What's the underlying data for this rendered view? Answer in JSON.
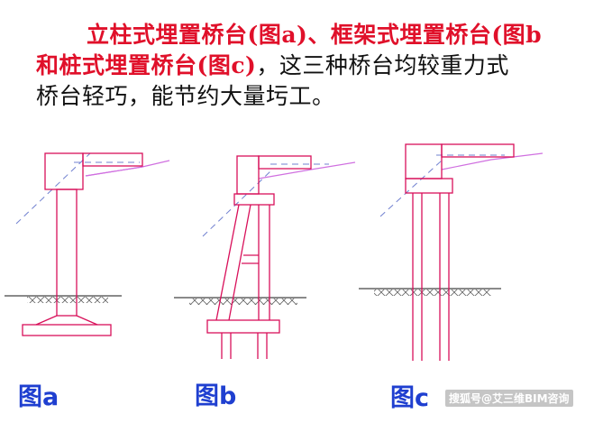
{
  "paragraph": {
    "line1_red": "立柱式埋置桥台(图a)、框架式埋置桥台(图b",
    "line2_red": "和桩式埋置桥台(图c)",
    "line2_black": "，这三种桥台均较重力式",
    "line3_black": "桥台轻巧，能节约大量圬工。"
  },
  "figures": {
    "caption_a": "图a",
    "caption_b": "图b",
    "caption_c": "图c"
  },
  "watermark": "搜狐号@艾三维BIM咨询",
  "colors": {
    "highlight_text": "#e0102a",
    "structure_line": "#d8105a",
    "slope_line": "#d070e0",
    "earth_dash": "#7080d0",
    "ground_line": "#444444",
    "caption": "#1f3fd0"
  }
}
